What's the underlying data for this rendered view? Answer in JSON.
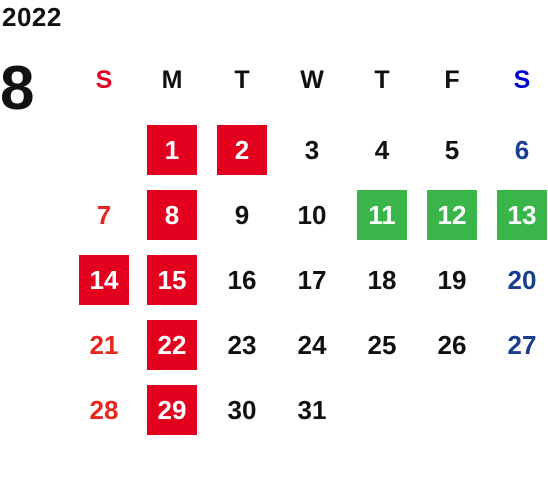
{
  "calendar": {
    "year": "2022",
    "month": "8",
    "colors": {
      "sunday_header": "#e3001f",
      "saturday_header": "#0000d0",
      "sunday_text": "#e8261f",
      "saturday_text": "#1a3d8f",
      "holiday_bg": "#e3001f",
      "special_bg": "#3ab54a",
      "default_text": "#111111"
    },
    "weekdays": [
      "S",
      "M",
      "T",
      "W",
      "T",
      "F",
      "S"
    ],
    "weeks": [
      [
        {
          "day": "",
          "kind": "empty"
        },
        {
          "day": "1",
          "kind": "holiday"
        },
        {
          "day": "2",
          "kind": "holiday"
        },
        {
          "day": "3",
          "kind": "normal"
        },
        {
          "day": "4",
          "kind": "normal"
        },
        {
          "day": "5",
          "kind": "normal"
        },
        {
          "day": "6",
          "kind": "saturday"
        }
      ],
      [
        {
          "day": "7",
          "kind": "sunday"
        },
        {
          "day": "8",
          "kind": "holiday"
        },
        {
          "day": "9",
          "kind": "normal"
        },
        {
          "day": "10",
          "kind": "normal"
        },
        {
          "day": "11",
          "kind": "special"
        },
        {
          "day": "12",
          "kind": "special"
        },
        {
          "day": "13",
          "kind": "special"
        }
      ],
      [
        {
          "day": "14",
          "kind": "holiday"
        },
        {
          "day": "15",
          "kind": "holiday"
        },
        {
          "day": "16",
          "kind": "normal"
        },
        {
          "day": "17",
          "kind": "normal"
        },
        {
          "day": "18",
          "kind": "normal"
        },
        {
          "day": "19",
          "kind": "normal"
        },
        {
          "day": "20",
          "kind": "saturday"
        }
      ],
      [
        {
          "day": "21",
          "kind": "sunday"
        },
        {
          "day": "22",
          "kind": "holiday"
        },
        {
          "day": "23",
          "kind": "normal"
        },
        {
          "day": "24",
          "kind": "normal"
        },
        {
          "day": "25",
          "kind": "normal"
        },
        {
          "day": "26",
          "kind": "normal"
        },
        {
          "day": "27",
          "kind": "saturday"
        }
      ],
      [
        {
          "day": "28",
          "kind": "sunday"
        },
        {
          "day": "29",
          "kind": "holiday"
        },
        {
          "day": "30",
          "kind": "normal"
        },
        {
          "day": "31",
          "kind": "normal"
        },
        {
          "day": "",
          "kind": "empty"
        },
        {
          "day": "",
          "kind": "empty"
        },
        {
          "day": "",
          "kind": "empty"
        }
      ]
    ]
  }
}
